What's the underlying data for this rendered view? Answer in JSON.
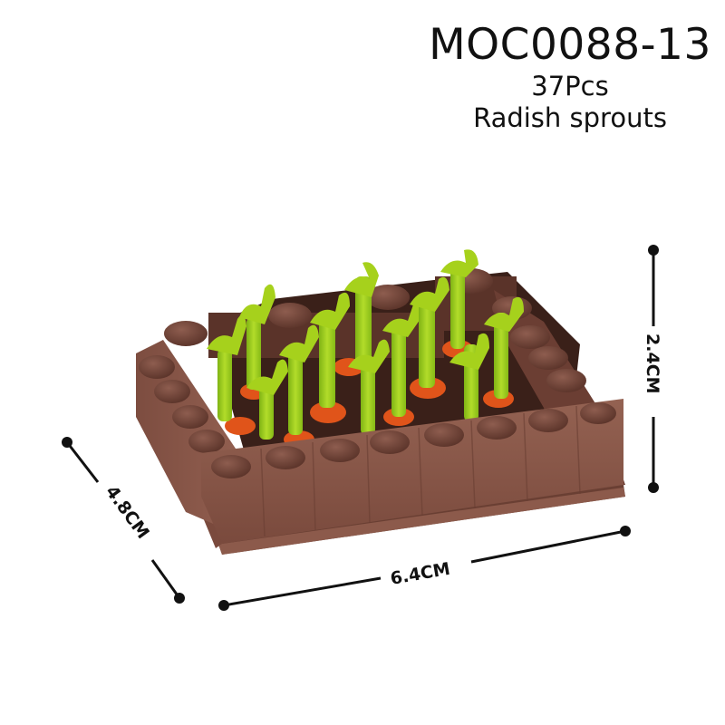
{
  "header": {
    "product_code": "MOC0088-13",
    "piece_count": "37Pcs",
    "product_name": "Radish sprouts"
  },
  "dimensions": {
    "height": "2.4CM",
    "depth": "4.8CM",
    "width": "6.4CM"
  },
  "colors": {
    "brick_brown_light": "#8a5a4c",
    "brick_brown_mid": "#74463a",
    "brick_brown_dark": "#4a2a22",
    "sprout_green": "#a6d11c",
    "sprout_green_dark": "#6fa012",
    "radish_orange": "#e0541a",
    "dimension_line": "#111111"
  }
}
